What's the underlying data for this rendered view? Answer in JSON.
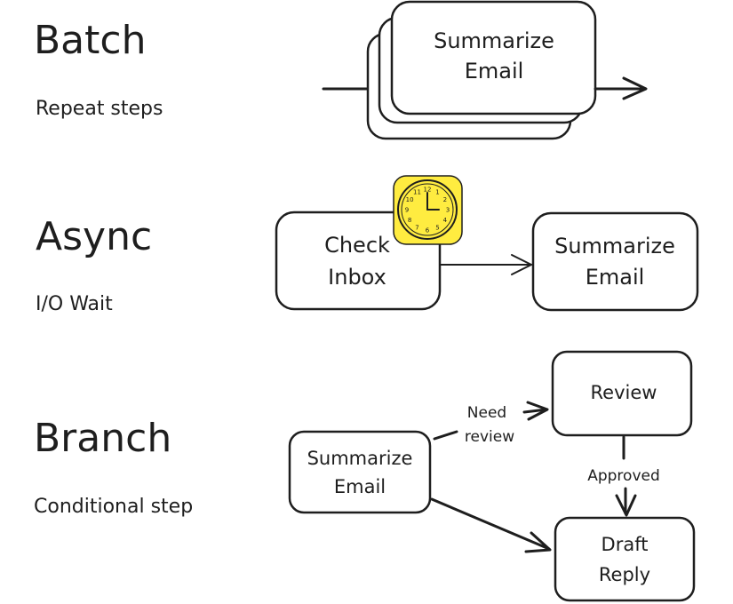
{
  "sections": {
    "batch": {
      "title": "Batch",
      "subtitle": "Repeat steps"
    },
    "async": {
      "title": "Async",
      "subtitle": "I/O Wait"
    },
    "branch": {
      "title": "Branch",
      "subtitle": "Conditional step"
    }
  },
  "nodes": {
    "batch_summarize": {
      "line1": "Summarize",
      "line2": "Email"
    },
    "async_check": {
      "line1": "Check",
      "line2": "Inbox"
    },
    "async_summarize": {
      "line1": "Summarize",
      "line2": "Email"
    },
    "branch_summarize": {
      "line1": "Summarize",
      "line2": "Email"
    },
    "branch_review": {
      "label": "Review"
    },
    "branch_draft": {
      "line1": "Draft",
      "line2": "Reply"
    }
  },
  "edges": {
    "need_review": {
      "line1": "Need",
      "line2": "review"
    },
    "approved": {
      "label": "Approved"
    }
  },
  "clock": {
    "icon": "clock-icon",
    "color": "#ffec40",
    "numbers": [
      "12",
      "1",
      "2",
      "3",
      "4",
      "5",
      "6",
      "7",
      "8",
      "9",
      "10",
      "11"
    ]
  },
  "colors": {
    "stroke": "#1e1e1e",
    "background": "#ffffff"
  }
}
